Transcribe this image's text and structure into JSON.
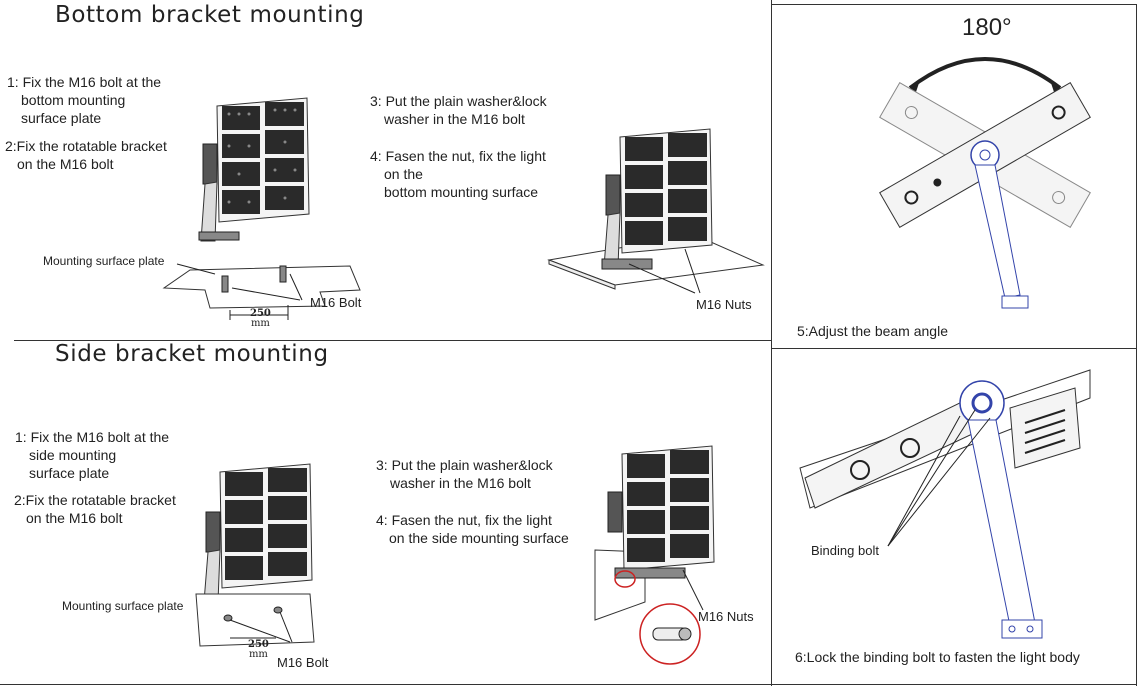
{
  "sections": {
    "bottom": {
      "title": "Bottom bracket mounting",
      "step1": {
        "line1": "1: Fix the M16 bolt at the",
        "line2": "bottom mounting",
        "line3": "surface plate"
      },
      "step2": {
        "line1": "2:Fix the rotatable bracket",
        "line2": "on the M16 bolt"
      },
      "step3": {
        "line1": "3: Put the plain washer&lock",
        "line2": "washer in the M16 bolt"
      },
      "step4": {
        "line1": "4: Fasen the nut, fix the light",
        "line2": "on the",
        "line3": "bottom mounting surface"
      },
      "plate_label": "Mounting surface plate",
      "bolt_label": "M16 Bolt",
      "nuts_label": "M16 Nuts",
      "dim_value": "250",
      "dim_unit": "mm"
    },
    "side": {
      "title": "Side bracket mounting",
      "step1": {
        "line1": "1: Fix the M16 bolt at the",
        "line2": "side mounting",
        "line3": "surface plate"
      },
      "step2": {
        "line1": "2:Fix the rotatable bracket",
        "line2": "on the M16 bolt"
      },
      "step3": {
        "line1": "3: Put the plain washer&lock",
        "line2": "washer in the M16 bolt"
      },
      "step4": {
        "line1": "4: Fasen the nut, fix the light",
        "line2": "on the side mounting surface"
      },
      "plate_label": "Mounting surface plate",
      "bolt_label": "M16  Bolt",
      "nuts_label": "M16 Nuts",
      "dim_value": "250",
      "dim_unit": "mm"
    },
    "angle": {
      "angle_label": "180°",
      "step5": "5:Adjust the beam angle"
    },
    "lock": {
      "binding_label": "Binding bolt",
      "step6": "6:Lock the binding bolt to fasten the light body"
    }
  },
  "colors": {
    "line": "#333333",
    "module_dark": "#2a2a2a",
    "bracket_blue": "#3344aa",
    "highlight_red": "#cc2222"
  }
}
